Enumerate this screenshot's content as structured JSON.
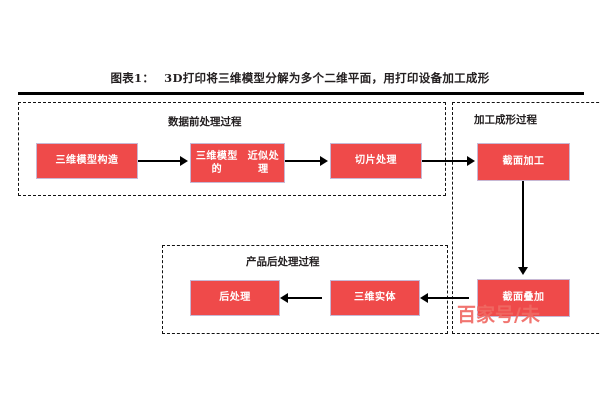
{
  "figure": {
    "title_number": "图表1：",
    "title_text": "3D打印将三维模型分解为多个二维平面，用打印设备加工成形"
  },
  "colors": {
    "node_fill": "#ef4a4a",
    "node_border": "#c7b8d4",
    "node_text": "#ffffff",
    "line": "#000000",
    "dashed_border": "#111111",
    "watermark": "#f06a64",
    "rule": "#000000"
  },
  "groups": [
    {
      "id": "pre",
      "label": "数据前处理过程"
    },
    {
      "id": "form",
      "label": "加工成形过程"
    },
    {
      "id": "post",
      "label": "产品后处理过程"
    }
  ],
  "nodes": [
    {
      "id": "model",
      "label": "三维模型构造",
      "group": "pre"
    },
    {
      "id": "approx",
      "label": "三维模型的\n近似处理",
      "line1": "三维模型的",
      "line2": "近似处理",
      "group": "pre"
    },
    {
      "id": "slice",
      "label": "切片处理",
      "group": "pre"
    },
    {
      "id": "section",
      "label": "截面加工",
      "group": "form"
    },
    {
      "id": "stack",
      "label": "截面叠加",
      "group": "form"
    },
    {
      "id": "solid",
      "label": "三维实体",
      "group": "post"
    },
    {
      "id": "post",
      "label": "后处理",
      "group": "post"
    }
  ],
  "connectors": [
    {
      "id": "conn-1",
      "from": "model",
      "to": "approx",
      "direction": "right"
    },
    {
      "id": "conn-2",
      "from": "approx",
      "to": "slice",
      "direction": "right"
    },
    {
      "id": "conn-3",
      "from": "slice",
      "to": "section",
      "direction": "right"
    },
    {
      "id": "conn-4",
      "from": "section",
      "to": "stack",
      "direction": "down"
    },
    {
      "id": "conn-5",
      "from": "stack",
      "to": "solid",
      "direction": "left"
    },
    {
      "id": "conn-6",
      "from": "solid",
      "to": "post",
      "direction": "left"
    }
  ],
  "watermark": {
    "text": "百家号/未"
  }
}
